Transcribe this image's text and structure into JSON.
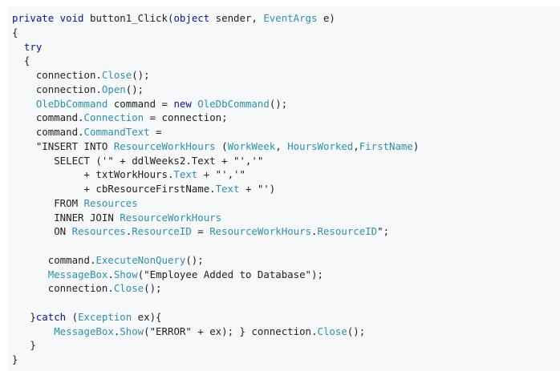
{
  "colors": {
    "background": "#ffffff",
    "panel": "#f7f8fa",
    "plain": "#1e1e1e",
    "keyword": "#101094",
    "identifier": "#2b91af"
  },
  "code": {
    "language": "C#",
    "lines": [
      [
        [
          "kw",
          "private void"
        ],
        [
          "pl",
          " button1_Click("
        ],
        [
          "kw",
          "object"
        ],
        [
          "pl",
          " sender, "
        ],
        [
          "id",
          "EventArgs"
        ],
        [
          "pl",
          " e)"
        ]
      ],
      [
        [
          "pl",
          "{"
        ]
      ],
      [
        [
          "pl",
          "  "
        ],
        [
          "kw",
          "try"
        ]
      ],
      [
        [
          "pl",
          "  {"
        ]
      ],
      [
        [
          "pl",
          "    connection."
        ],
        [
          "id",
          "Close"
        ],
        [
          "pl",
          "();"
        ]
      ],
      [
        [
          "pl",
          "    connection."
        ],
        [
          "id",
          "Open"
        ],
        [
          "pl",
          "();"
        ]
      ],
      [
        [
          "pl",
          "    "
        ],
        [
          "id",
          "OleDbCommand"
        ],
        [
          "pl",
          " command = "
        ],
        [
          "kw",
          "new"
        ],
        [
          "pl",
          " "
        ],
        [
          "id",
          "OleDbCommand"
        ],
        [
          "pl",
          "();"
        ]
      ],
      [
        [
          "pl",
          "    command."
        ],
        [
          "id",
          "Connection"
        ],
        [
          "pl",
          " = connection;"
        ]
      ],
      [
        [
          "pl",
          "    command."
        ],
        [
          "id",
          "CommandText"
        ],
        [
          "pl",
          " ="
        ]
      ],
      [
        [
          "pl",
          "    \"INSERT INTO "
        ],
        [
          "id",
          "ResourceWorkHours"
        ],
        [
          "pl",
          " ("
        ],
        [
          "id",
          "WorkWeek"
        ],
        [
          "pl",
          ", "
        ],
        [
          "id",
          "HoursWorked"
        ],
        [
          "pl",
          ","
        ],
        [
          "id",
          "FirstName"
        ],
        [
          "pl",
          ")"
        ]
      ],
      [
        [
          "pl",
          "       SELECT ('\" + ddlWeeks2.Text + \"','\""
        ]
      ],
      [
        [
          "pl",
          "            + txtWorkHours."
        ],
        [
          "id",
          "Text"
        ],
        [
          "pl",
          " + \"','\""
        ]
      ],
      [
        [
          "pl",
          "            + cbResourceFirstName."
        ],
        [
          "id",
          "Text"
        ],
        [
          "pl",
          " + \"')"
        ]
      ],
      [
        [
          "pl",
          "       FROM "
        ],
        [
          "id",
          "Resources"
        ]
      ],
      [
        [
          "pl",
          "       INNER JOIN "
        ],
        [
          "id",
          "ResourceWorkHours"
        ]
      ],
      [
        [
          "pl",
          "       ON "
        ],
        [
          "id",
          "Resources"
        ],
        [
          "pl",
          "."
        ],
        [
          "id",
          "ResourceID"
        ],
        [
          "pl",
          " = "
        ],
        [
          "id",
          "ResourceWorkHours"
        ],
        [
          "pl",
          "."
        ],
        [
          "id",
          "ResourceID"
        ],
        [
          "pl",
          "\";"
        ]
      ],
      [],
      [
        [
          "pl",
          "      command."
        ],
        [
          "id",
          "ExecuteNonQuery"
        ],
        [
          "pl",
          "();"
        ]
      ],
      [
        [
          "pl",
          "      "
        ],
        [
          "id",
          "MessageBox"
        ],
        [
          "pl",
          "."
        ],
        [
          "id",
          "Show"
        ],
        [
          "pl",
          "(\"Employee Added to Database\");"
        ]
      ],
      [
        [
          "pl",
          "      connection."
        ],
        [
          "id",
          "Close"
        ],
        [
          "pl",
          "();"
        ]
      ],
      [],
      [
        [
          "pl",
          "   }"
        ],
        [
          "kw",
          "catch"
        ],
        [
          "pl",
          " ("
        ],
        [
          "id",
          "Exception"
        ],
        [
          "pl",
          " ex){"
        ]
      ],
      [
        [
          "pl",
          "       "
        ],
        [
          "id",
          "MessageBox"
        ],
        [
          "pl",
          "."
        ],
        [
          "id",
          "Show"
        ],
        [
          "pl",
          "(\"ERROR\" + ex); } connection."
        ],
        [
          "id",
          "Close"
        ],
        [
          "pl",
          "();"
        ]
      ],
      [
        [
          "pl",
          "   }"
        ]
      ],
      [
        [
          "pl",
          "}"
        ]
      ]
    ]
  }
}
